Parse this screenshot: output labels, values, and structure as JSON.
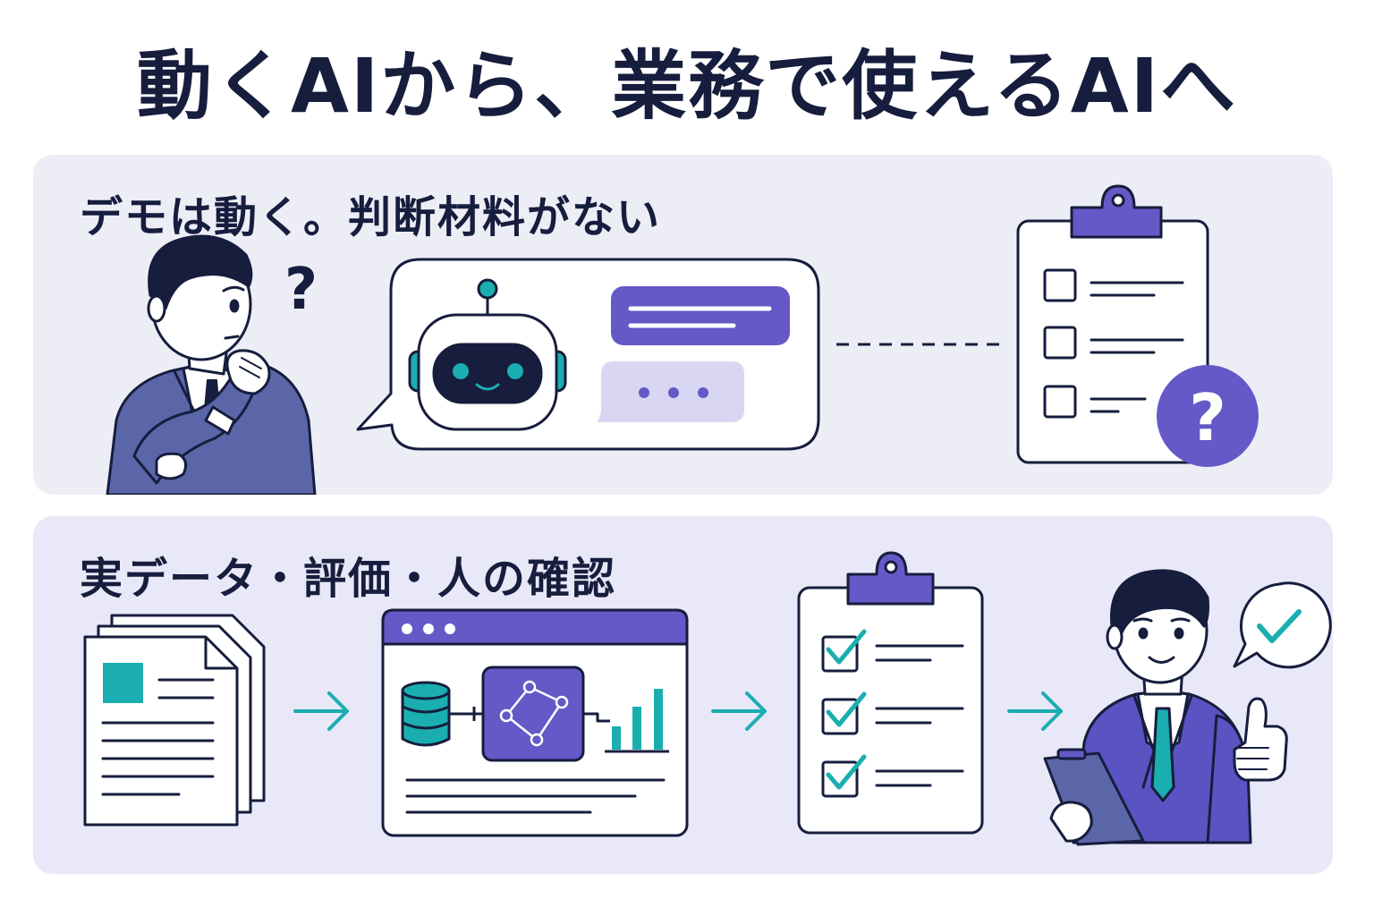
{
  "title": "動くAIから、業務で使えるAIへ",
  "sections": [
    {
      "heading": "デモは動く。判断材料がない",
      "elements": [
        "thinking-person",
        "question-mark",
        "chat-bubble",
        "robot",
        "dashed-connector",
        "checklist-unchecked",
        "question-badge"
      ]
    },
    {
      "heading": "実データ・評価・人の確認",
      "steps": [
        "documents",
        "workflow-window",
        "checklist-checked",
        "approving-person"
      ]
    }
  ],
  "symbols": {
    "question": "?",
    "dots": "• • •"
  },
  "colors": {
    "navy": "#161d3d",
    "purple": "#6459c6",
    "light_purple": "#d9d6f3",
    "teal": "#1aaeb0",
    "panel_top": "#ededf6",
    "panel_bottom": "#e9e8f8",
    "suit_top": "#5a66a8",
    "suit_bottom": "#5a53c2"
  }
}
